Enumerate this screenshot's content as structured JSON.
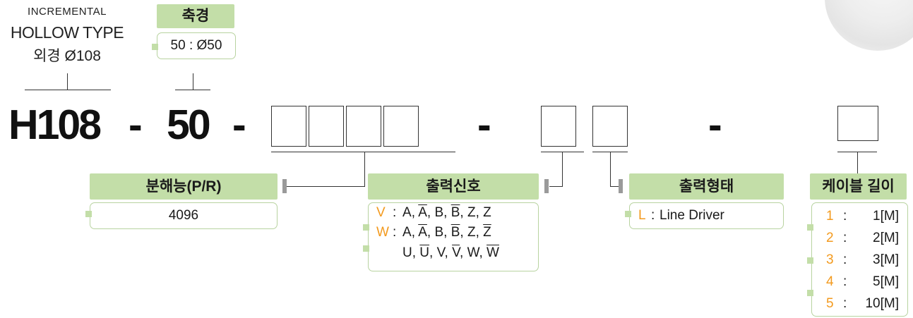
{
  "series": {
    "line1": "INCREMENTAL",
    "line2": "HOLLOW TYPE",
    "line3": "외경 Ø108"
  },
  "shaft": {
    "header": "축경",
    "option": "50 : Ø50"
  },
  "code": {
    "model": "H108",
    "dash": "-",
    "shaft": "50"
  },
  "resolution": {
    "header": "분해능(P/R)",
    "value": "4096"
  },
  "output_signal": {
    "header": "출력신호",
    "options": [
      {
        "code": "V",
        "sep": ":",
        "signals": [
          "A",
          "A",
          "B",
          "B",
          "Z",
          "Z"
        ],
        "overline": [
          false,
          true,
          false,
          true,
          false,
          false
        ]
      },
      {
        "code": "W",
        "sep": ":",
        "signals": [
          "A",
          "A",
          "B",
          "B",
          "Z",
          "Z"
        ],
        "overline": [
          false,
          true,
          false,
          true,
          false,
          true
        ]
      },
      {
        "code": "",
        "sep": "",
        "signals": [
          "U",
          "U",
          "V",
          "V",
          "W",
          "W"
        ],
        "overline": [
          false,
          true,
          false,
          true,
          false,
          true
        ]
      }
    ]
  },
  "output_type": {
    "header": "출력형태",
    "code": "L",
    "sep": ":",
    "value": "Line Driver"
  },
  "cable": {
    "header": "케이블 길이",
    "options": [
      {
        "code": "1",
        "sep": ":",
        "value": "1[M]"
      },
      {
        "code": "2",
        "sep": ":",
        "value": "2[M]"
      },
      {
        "code": "3",
        "sep": ":",
        "value": "3[M]"
      },
      {
        "code": "4",
        "sep": ":",
        "value": "5[M]"
      },
      {
        "code": "5",
        "sep": ":",
        "value": "10[M]"
      }
    ]
  },
  "colors": {
    "header_bg": "#c3dea8",
    "box_border": "#b8d3a0",
    "accent": "#f39a1e",
    "text": "#111111"
  }
}
